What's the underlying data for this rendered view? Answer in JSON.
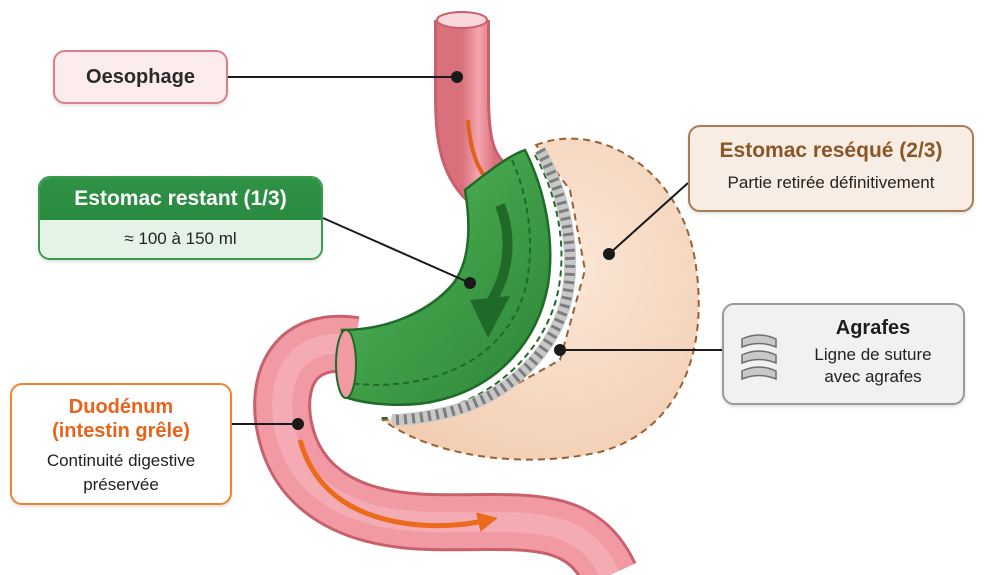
{
  "labels": {
    "oesophage": {
      "title": "Oesophage"
    },
    "estomac_restant": {
      "title": "Estomac restant (1/3)",
      "subtitle": "≈ 100 à 150 ml"
    },
    "estomac_reseque": {
      "title": "Estomac reséqué (2/3)",
      "subtitle": "Partie retirée définitivement"
    },
    "agrafes": {
      "title": "Agrafes",
      "line1": "Ligne de suture",
      "line2": "avec agrafes"
    },
    "duodenum": {
      "title_line1": "Duodénum",
      "title_line2": "(intestin grêle)",
      "line1": "Continuité digestive",
      "line2": "préservée"
    }
  },
  "colors": {
    "oesophage": "#de7d88",
    "estomac_restant": "#3a9a4e",
    "estomac_reseque": "#a77c56",
    "agrafes": "#9a9a9a",
    "duodenum": "#f0852e"
  }
}
